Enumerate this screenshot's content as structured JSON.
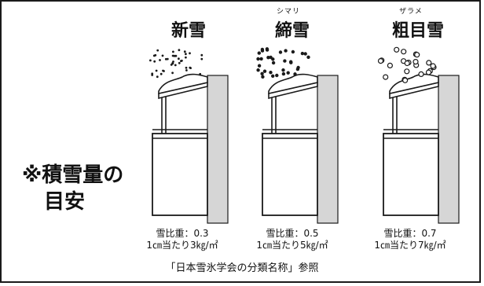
{
  "figure": {
    "side_title": [
      "※積雪量の",
      "目安"
    ],
    "columns": [
      {
        "ruby": "",
        "title": "新雪",
        "gravity": "雪比重：0.3",
        "load": "1㎝当たり3㎏/㎡"
      },
      {
        "ruby": "シマリ",
        "title": "締雪",
        "gravity": "雪比重：0.5",
        "load": "1㎝当たり5㎏/㎡"
      },
      {
        "ruby": "ザラメ",
        "title": "粗目雪",
        "gravity": "雪比重：0.7",
        "load": "1㎝当たり7㎏/㎡"
      }
    ],
    "source_note": "「日本雪氷学会の分類名称」参照",
    "colors": {
      "wall": "#d6d6d6",
      "line": "#1a1a1a",
      "border": "#1a1a1a"
    }
  }
}
